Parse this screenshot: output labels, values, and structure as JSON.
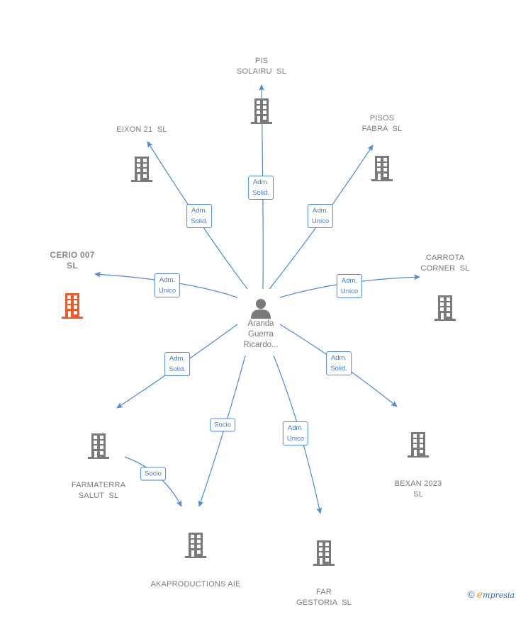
{
  "colors": {
    "edge": "#4a8ad8",
    "building": "#7a7a7a",
    "building_focus": "#f05a28",
    "person": "#7a7a7a"
  },
  "center": {
    "name": "Aranda\nGuerra\nRicardo...",
    "icon": "person-icon"
  },
  "companies": [
    {
      "id": "pis-solairu",
      "name": "PIS\nSOLAIRU  SL",
      "icon": "building-icon",
      "focus": false
    },
    {
      "id": "eixon-21",
      "name": "EIXON 21  SL",
      "icon": "building-icon",
      "focus": false
    },
    {
      "id": "pisos-fabra",
      "name": "PISOS\nFABRA  SL",
      "icon": "building-icon",
      "focus": false
    },
    {
      "id": "cerio-007",
      "name": "CERIO 007\nSL",
      "icon": "building-icon",
      "focus": true
    },
    {
      "id": "carrota-corner",
      "name": "CARROTA\nCORNER  SL",
      "icon": "building-icon",
      "focus": false
    },
    {
      "id": "farmaterra-salut",
      "name": "FARMATERRA\nSALUT  SL",
      "icon": "building-icon",
      "focus": false
    },
    {
      "id": "bexan-2023",
      "name": "BEXAN 2023\nSL",
      "icon": "building-icon",
      "focus": false
    },
    {
      "id": "akaproductions",
      "name": "AKAPRODUCTIONS AIE",
      "icon": "building-icon",
      "focus": false
    },
    {
      "id": "far-gestoria",
      "name": "FAR\nGESTORIA  SL",
      "icon": "building-icon",
      "focus": false
    }
  ],
  "relations": [
    {
      "from": "center",
      "to": "pis-solairu",
      "label": "Adm.\nSolid."
    },
    {
      "from": "center",
      "to": "eixon-21",
      "label": "Adm.\nSolid."
    },
    {
      "from": "center",
      "to": "pisos-fabra",
      "label": "Adm.\nUnico"
    },
    {
      "from": "center",
      "to": "cerio-007",
      "label": "Adm.\nUnico"
    },
    {
      "from": "center",
      "to": "carrota-corner",
      "label": "Adm.\nUnico"
    },
    {
      "from": "center",
      "to": "farmaterra-salut",
      "label": "Adm.\nSolid."
    },
    {
      "from": "center",
      "to": "bexan-2023",
      "label": "Adm.\nSolid."
    },
    {
      "from": "center",
      "to": "akaproductions",
      "label": "Socio"
    },
    {
      "from": "center",
      "to": "far-gestoria",
      "label": "Adm.\nUnico"
    },
    {
      "from": "farmaterra-salut",
      "to": "akaproductions",
      "label": "Socio"
    }
  ],
  "footer": {
    "copyright_symbol": "©",
    "brand_initial": "e",
    "brand_rest": "mpresia"
  }
}
